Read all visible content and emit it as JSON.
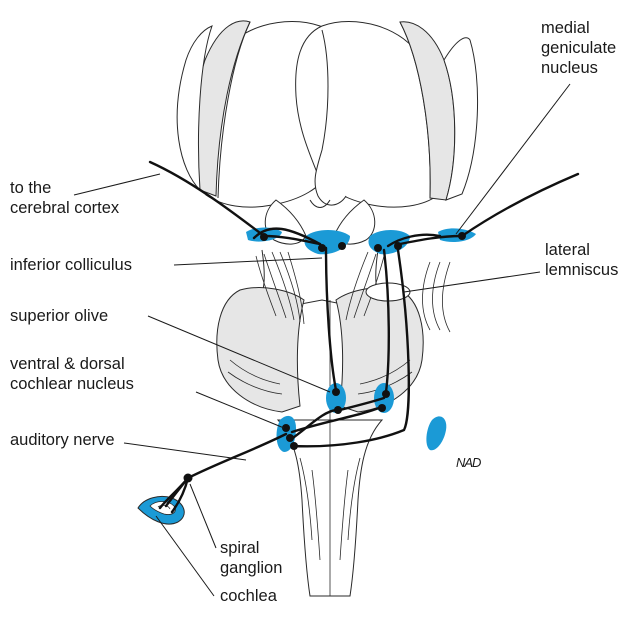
{
  "labels": {
    "to_cortex": [
      "to the",
      "cerebral cortex"
    ],
    "inferior_colliculus": "inferior colliculus",
    "superior_olive": "superior olive",
    "cochlear_nucleus": [
      "ventral & dorsal",
      "cochlear nucleus"
    ],
    "auditory_nerve": "auditory nerve",
    "spiral_ganglion": [
      "spiral",
      "ganglion"
    ],
    "cochlea": "cochlea",
    "medial_geniculate": [
      "medial",
      "geniculate",
      "nucleus"
    ],
    "lateral_lemniscus": [
      "lateral",
      "lemniscus"
    ]
  },
  "signature": "NAD",
  "colors": {
    "nucleus_fill": "#1b9ad6",
    "outline": "#2a2a2a",
    "shade": "#e6e6e6",
    "pathway": "#111111"
  }
}
